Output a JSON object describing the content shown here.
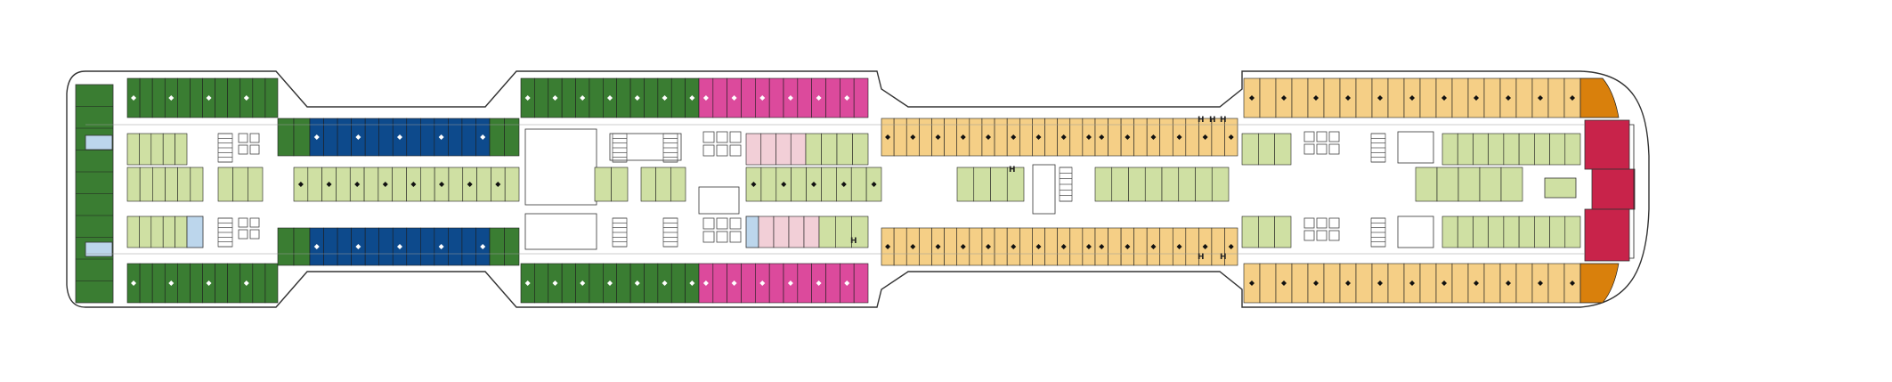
{
  "deck_plan": {
    "colors": {
      "hull_fill": "#ffffff",
      "hull_stroke": "#333333",
      "corridor": "#ffffff",
      "cabin_dark_green": "#3a7d32",
      "cabin_light_green": "#cfe0a3",
      "cabin_blue": "#0d4a8c",
      "cabin_magenta": "#dc4a9c",
      "cabin_light_pink": "#f2cfd7",
      "cabin_orange_light": "#f5cf86",
      "cabin_orange_dark": "#d9800c",
      "cabin_crimson": "#c8234a",
      "cabin_light_blue": "#bcd6ec",
      "service": "#ffffff"
    },
    "icons": [
      "diamond-marker",
      "accessible-cabin-marker",
      "stairs-icon",
      "elevator-icon"
    ],
    "labels": {
      "h_marks": [
        "H",
        "H",
        "H",
        "H",
        "H",
        "H",
        "H"
      ]
    }
  }
}
